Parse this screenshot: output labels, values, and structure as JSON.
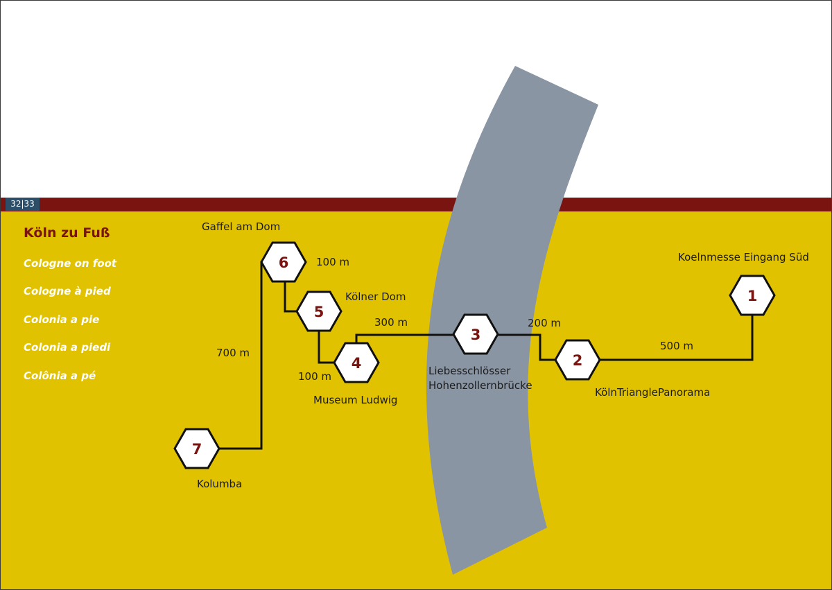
{
  "page_numbers": "32|33",
  "title": "Köln zu Fuß",
  "subtitles": [
    "Cologne on foot",
    "Cologne à pied",
    "Colonia a pie",
    "Colonia a piedi",
    "Colônia a pé"
  ],
  "colors": {
    "background_top": "#ffffff",
    "land": "#e1c200",
    "band": "#7a1410",
    "river": "#8a95a4",
    "route": "#111111",
    "hexagon_fill": "#ffffff",
    "hexagon_number": "#7a1410",
    "page_badge": "#2c4e68"
  },
  "stops": [
    {
      "number": "1",
      "name": "Koelnmesse Eingang Süd"
    },
    {
      "number": "2",
      "name": "KölnTrianglePanorama"
    },
    {
      "number": "3",
      "name": "Liebesschlösser Hohenzollernbrücke",
      "name_lines": [
        "Liebesschlösser",
        "Hohenzollernbrücke"
      ]
    },
    {
      "number": "4",
      "name": "Museum Ludwig"
    },
    {
      "number": "5",
      "name": "Kölner Dom"
    },
    {
      "number": "6",
      "name": "Gaffel am Dom"
    },
    {
      "number": "7",
      "name": "Kolumba"
    }
  ],
  "distances": [
    {
      "from": "1",
      "to": "2",
      "label": "500 m"
    },
    {
      "from": "2",
      "to": "3",
      "label": "200 m"
    },
    {
      "from": "3",
      "to": "4",
      "label": "300 m"
    },
    {
      "from": "4",
      "to": "5",
      "label": "100 m"
    },
    {
      "from": "5",
      "to": "6",
      "label": "100 m"
    },
    {
      "from": "6",
      "to": "7",
      "label": "700 m"
    }
  ]
}
